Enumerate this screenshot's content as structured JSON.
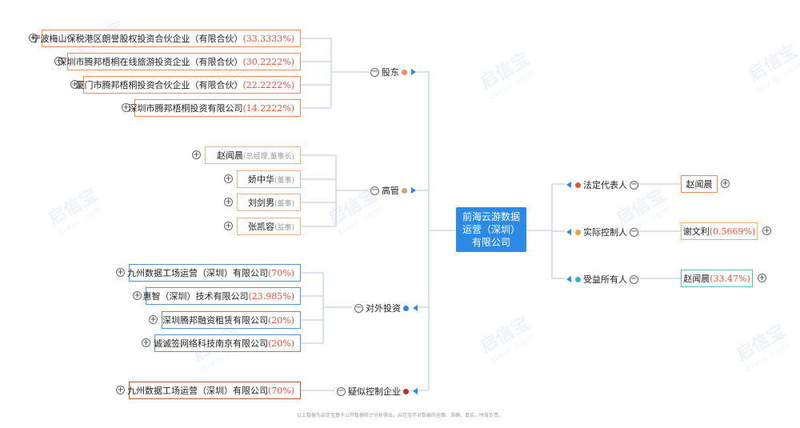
{
  "watermark": {
    "text": "启信宝",
    "sub": "qixin.com"
  },
  "company": {
    "name_line1": "前海云游数据",
    "name_line2": "运营（深圳）",
    "name_line3": "有限公司"
  },
  "categories": {
    "shareholders": "股东",
    "executives": "高管",
    "investments": "对外投资",
    "suspected_control": "疑似控制企业",
    "legal_rep": "法定代表人",
    "actual_controller": "实际控制人",
    "beneficial_owner": "受益所有人"
  },
  "shareholders": [
    {
      "name": "宁波梅山保税港区朗誉股权投资合伙企业（有限合伙）",
      "pct": "(33.3333%)"
    },
    {
      "name": "深圳市腾邦梧桐在线旅游投资企业（有限合伙）",
      "pct": "(30.2222%)"
    },
    {
      "name": "厦门市腾邦梧桐投资合伙企业（有限合伙）",
      "pct": "(22.2222%)"
    },
    {
      "name": "深圳市腾邦梧桐投资有限公司",
      "pct": "(14.2222%)"
    }
  ],
  "executives": [
    {
      "name": "赵闻晨",
      "role": "(总经理,董事长)"
    },
    {
      "name": "娇中华",
      "role": "(董事)"
    },
    {
      "name": "刘剑男",
      "role": "(董事)"
    },
    {
      "name": "张凯容",
      "role": "(监事)"
    }
  ],
  "investments": [
    {
      "name": "九州数据工场运营（深圳）有限公司",
      "pct": "(70%)"
    },
    {
      "name": "惠智（深圳）技术有限公司",
      "pct": "(23.985%)"
    },
    {
      "name": "深圳腾邦融资租赁有限公司",
      "pct": "(20%)"
    },
    {
      "name": "诚诚签网络科技南京有限公司",
      "pct": "(20%)"
    }
  ],
  "suspected": [
    {
      "name": "九州数据工场运营（深圳）有限公司",
      "pct": "(70%)"
    }
  ],
  "legal_rep": {
    "name": "赵闻晨"
  },
  "actual_controller": {
    "name": "谢文利",
    "pct": "(0.5669%)"
  },
  "beneficial_owner": {
    "name": "赵闻晨",
    "pct": "(33.47%)"
  },
  "footer": "以上数据为启信宝基于公开数据统计分析得出，启信宝不对数据的全面、准确、真实、时效负责。",
  "colors": {
    "center": "#2a8ae6",
    "shareholder": "#f08a5d",
    "executive": "#d7b69a",
    "investment": "#5b8fd8",
    "suspected": "#b3573d",
    "beneficial": "#57c2b9"
  }
}
